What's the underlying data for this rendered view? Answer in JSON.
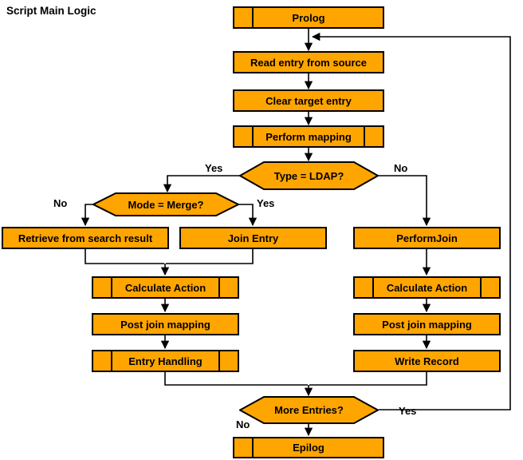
{
  "title": "Script Main Logic",
  "colors": {
    "node_fill": "#FFA500",
    "node_border": "#000000",
    "line_color": "#000000",
    "background": "#FFFFFF",
    "text": "#000000"
  },
  "nodes": {
    "prolog": {
      "label": "Prolog"
    },
    "read_entry": {
      "label": "Read entry from source"
    },
    "clear_target": {
      "label": "Clear target entry"
    },
    "perform_mapping": {
      "label": "Perform mapping"
    },
    "type_ldap": {
      "label": "Type = LDAP?"
    },
    "mode_merge": {
      "label": "Mode = Merge?"
    },
    "retrieve": {
      "label": "Retrieve from search result"
    },
    "join_entry": {
      "label": "Join Entry"
    },
    "perform_join": {
      "label": "PerformJoin"
    },
    "calc_action_left": {
      "label": "Calculate Action"
    },
    "post_join_left": {
      "label": "Post join mapping"
    },
    "entry_handling": {
      "label": "Entry Handling"
    },
    "calc_action_right": {
      "label": "Calculate Action"
    },
    "post_join_right": {
      "label": "Post join mapping"
    },
    "write_record": {
      "label": "Write Record"
    },
    "more_entries": {
      "label": "More Entries?"
    },
    "epilog": {
      "label": "Epilog"
    }
  },
  "branch_labels": {
    "type_ldap_yes": "Yes",
    "type_ldap_no": "No",
    "mode_merge_no": "No",
    "mode_merge_yes": "Yes",
    "more_entries_yes": "Yes",
    "more_entries_no": "No"
  }
}
